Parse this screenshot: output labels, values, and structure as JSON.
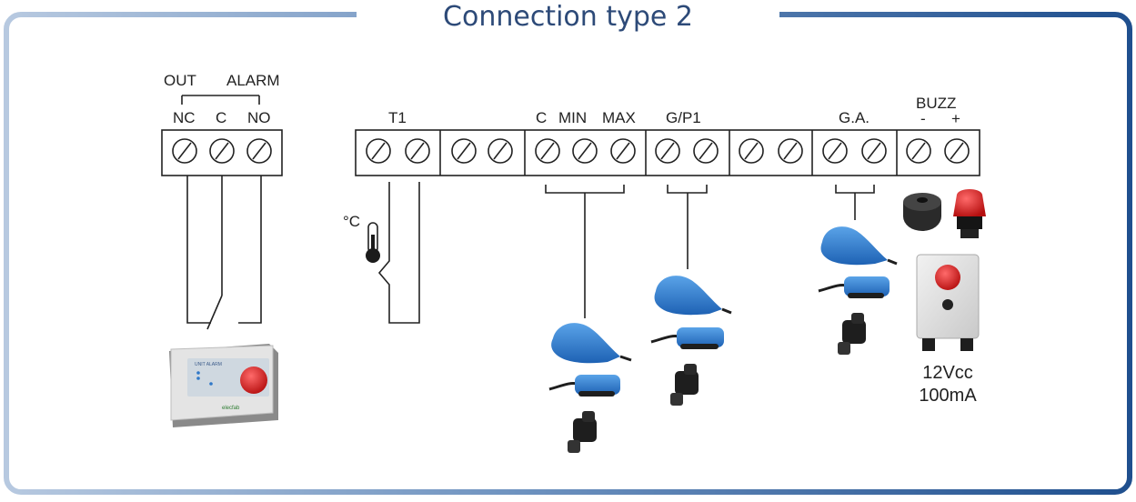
{
  "title": "Connection type 2",
  "out_group": {
    "out": "OUT",
    "alarm": "ALARM",
    "nc": "NC",
    "c": "C",
    "no": "NO"
  },
  "main_labels": {
    "t1": "T1",
    "c": "C",
    "min": "MIN",
    "max": "MAX",
    "gp1": "G/P1",
    "ga": "G.A.",
    "buzz": "BUZZ",
    "minus": "-",
    "plus": "+"
  },
  "temperature": {
    "unit": "°C"
  },
  "alarm_unit": {
    "brand_text": "UNIT ALARM",
    "logo_text": "elecfab"
  },
  "siren_spec": {
    "voltage": "12Vcc",
    "current": "100mA"
  },
  "colors": {
    "frame_dark": "#2d5a94",
    "frame_light": "#9fb6d6",
    "float_blue": "#2f78c8",
    "cable_black": "#1e1e1e",
    "lamp_red": "#d81a1a"
  }
}
